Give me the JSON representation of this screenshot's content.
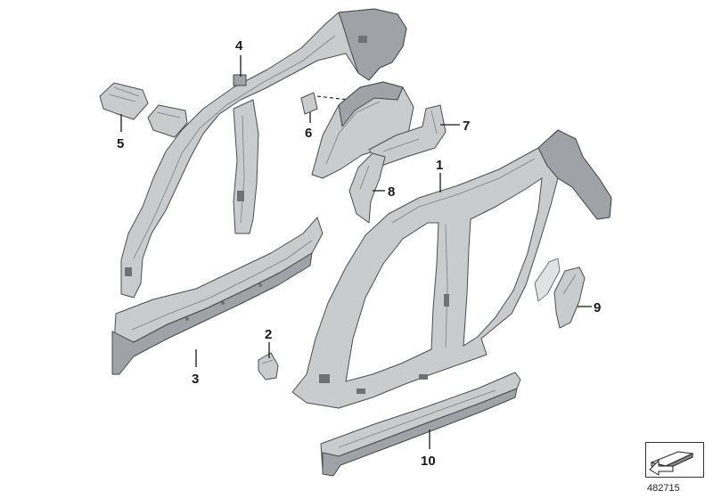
{
  "callouts": {
    "c1": "1",
    "c2": "2",
    "c3": "3",
    "c4": "4",
    "c5": "5",
    "c6": "6",
    "c7": "7",
    "c8": "8",
    "c9": "9",
    "c10": "10"
  },
  "diagram_id": "482715",
  "icons": {
    "ref_symbol": "orientation-arrow-icon"
  },
  "colors": {
    "part_fill": "#c9cbcd",
    "part_outline": "#4a4d50"
  }
}
